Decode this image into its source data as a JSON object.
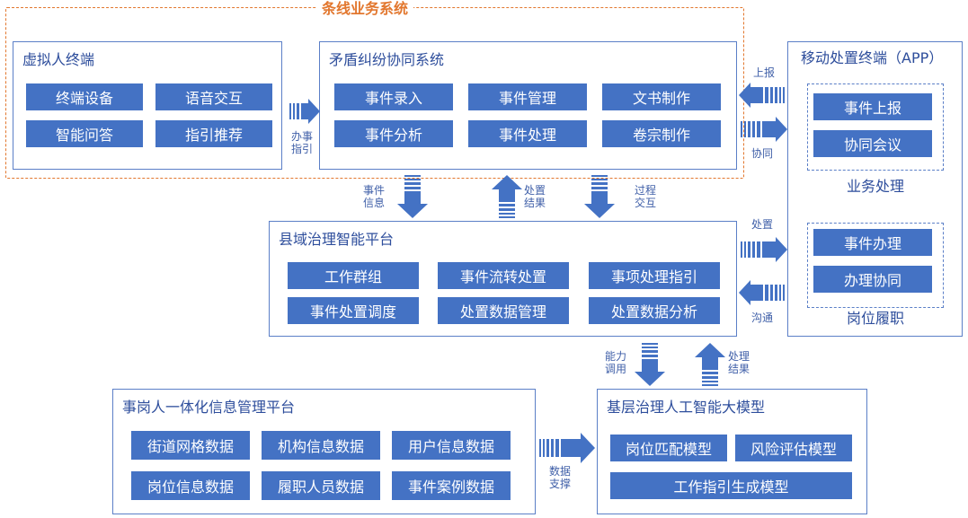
{
  "frame": {
    "title": "条线业务系统"
  },
  "virtual_terminal": {
    "title": "虚拟人终端",
    "items": [
      "终端设备",
      "语音交互",
      "智能问答",
      "指引推荐"
    ]
  },
  "dispute_system": {
    "title": "矛盾纠纷协同系统",
    "items": [
      "事件录入",
      "事件管理",
      "文书制作",
      "事件分析",
      "事件处理",
      "卷宗制作"
    ]
  },
  "mobile_terminal": {
    "title": "移动处置终端（APP）",
    "business": {
      "items": [
        "事件上报",
        "协同会议"
      ],
      "label": "业务处理"
    },
    "duty": {
      "items": [
        "事件办理",
        "办理协同"
      ],
      "label": "岗位履职"
    }
  },
  "county_platform": {
    "title": "县域治理智能平台",
    "items": [
      "工作群组",
      "事件流转处置",
      "事项处理指引",
      "事件处置调度",
      "处置数据管理",
      "处置数据分析"
    ]
  },
  "info_platform": {
    "title": "事岗人一体化信息管理平台",
    "items": [
      "街道网格数据",
      "机构信息数据",
      "用户信息数据",
      "岗位信息数据",
      "履职人员数据",
      "事件案例数据"
    ]
  },
  "ai_model": {
    "title": "基层治理人工智能大模型",
    "items": [
      "岗位匹配模型",
      "风险评估模型",
      "工作指引生成模型"
    ]
  },
  "arrows": {
    "guide": [
      "办事",
      "指引"
    ],
    "report": [
      "上报"
    ],
    "cooperate": [
      "协同"
    ],
    "event_info": [
      "事件",
      "信息"
    ],
    "result_up": [
      "处置",
      "结果"
    ],
    "process": [
      "过程",
      "交互"
    ],
    "dispose": [
      "处置"
    ],
    "communicate": [
      "沟通"
    ],
    "capability": [
      "能力",
      "调用"
    ],
    "result_up2": [
      "处理",
      "结果"
    ],
    "data_support": [
      "数据",
      "支撑"
    ]
  },
  "colors": {
    "accent_blue": "#4472c4",
    "panel_border": "#5b7fc7",
    "frame_orange": "#e2772e"
  }
}
